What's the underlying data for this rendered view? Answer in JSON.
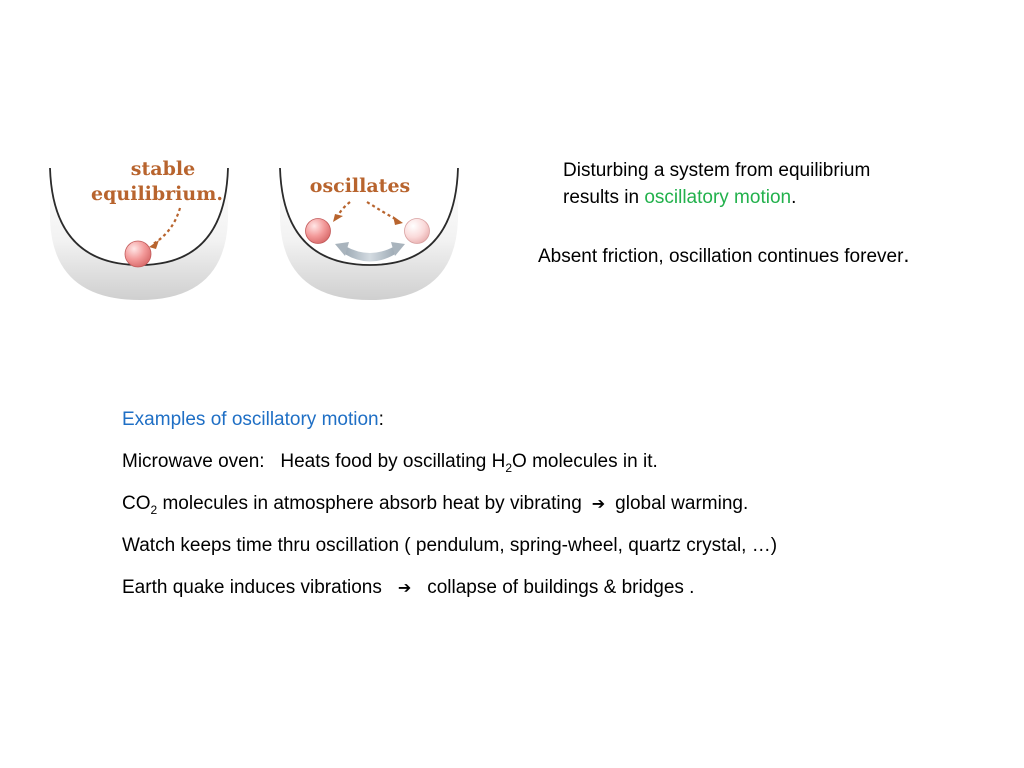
{
  "figure": {
    "label_stable": "stable",
    "label_equilibrium": "equilibrium.",
    "label_oscillates": "oscillates"
  },
  "intro": {
    "line1": "Disturbing a system from equilibrium",
    "line2_prefix": "results in ",
    "line2_highlight": "oscillatory motion",
    "line2_suffix": ".",
    "forever": "Absent friction, oscillation continues forever",
    "forever_period": "."
  },
  "examples": {
    "heading": "Examples of oscillatory motion",
    "heading_colon": ":",
    "microwave_prefix": "Microwave oven:   Heats food by oscillating H",
    "microwave_sub": "2",
    "microwave_suffix": "O molecules in it.",
    "co2_prefix": "CO",
    "co2_sub": "2",
    "co2_middle": " molecules in atmosphere absorb heat by vibrating",
    "co2_arrow": "➔",
    "co2_result": "global warming.",
    "watch": "Watch keeps time thru oscillation ( pendulum, spring-wheel, quartz crystal, …)",
    "quake_prefix": "Earth quake induces vibrations",
    "quake_arrow": "➔",
    "quake_result": "collapse of buildings & bridges ."
  },
  "colors": {
    "green_highlight": "#22b14c",
    "blue_heading": "#1f6fc5",
    "figure_label": "#b8642e",
    "ball": "#f08f8f"
  }
}
